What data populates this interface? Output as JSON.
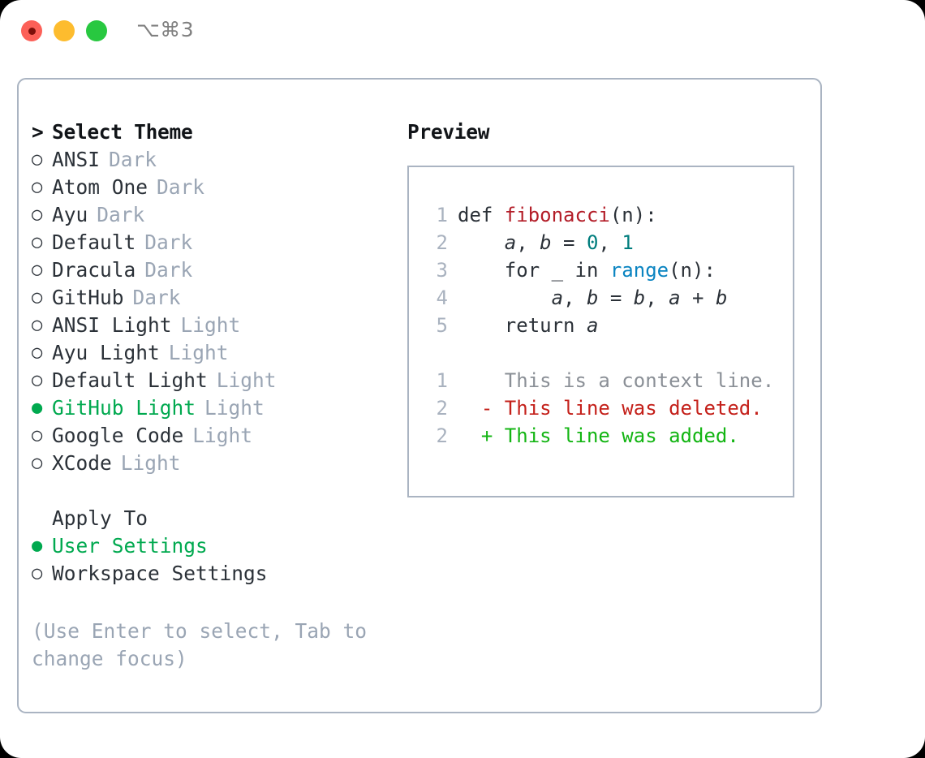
{
  "titlebar": {
    "shortcut": "⌥⌘3",
    "buttons": {
      "close": "close",
      "minimize": "minimize",
      "maximize": "maximize"
    }
  },
  "left": {
    "header": {
      "caret": ">",
      "label": "Select Theme"
    },
    "radio_on": "●",
    "radio_off": "○",
    "themes": [
      {
        "name": "ANSI",
        "tag": "Dark",
        "selected": false
      },
      {
        "name": "Atom One",
        "tag": "Dark",
        "selected": false
      },
      {
        "name": "Ayu",
        "tag": "Dark",
        "selected": false
      },
      {
        "name": "Default",
        "tag": "Dark",
        "selected": false
      },
      {
        "name": "Dracula",
        "tag": "Dark",
        "selected": false
      },
      {
        "name": "GitHub",
        "tag": "Dark",
        "selected": false
      },
      {
        "name": "ANSI Light",
        "tag": "Light",
        "selected": false
      },
      {
        "name": "Ayu Light",
        "tag": "Light",
        "selected": false
      },
      {
        "name": "Default Light",
        "tag": "Light",
        "selected": false
      },
      {
        "name": "GitHub Light",
        "tag": "Light",
        "selected": true
      },
      {
        "name": "Google Code",
        "tag": "Light",
        "selected": false
      },
      {
        "name": "XCode",
        "tag": "Light",
        "selected": false
      }
    ],
    "apply_to": {
      "label": "Apply To",
      "options": [
        {
          "name": "User Settings",
          "selected": true
        },
        {
          "name": "Workspace Settings",
          "selected": false
        }
      ]
    },
    "hint": "(Use Enter to select, Tab to change focus)"
  },
  "right": {
    "title": "Preview",
    "code_lines": [
      {
        "no": "1",
        "parts": [
          {
            "t": "def ",
            "c": "plain"
          },
          {
            "t": "fibonacci",
            "c": "fn"
          },
          {
            "t": "(n):",
            "c": "plain"
          }
        ]
      },
      {
        "no": "2",
        "parts": [
          {
            "t": "    ",
            "c": "plain"
          },
          {
            "t": "a",
            "c": "var"
          },
          {
            "t": ", ",
            "c": "plain"
          },
          {
            "t": "b",
            "c": "var"
          },
          {
            "t": " = ",
            "c": "plain"
          },
          {
            "t": "0",
            "c": "num"
          },
          {
            "t": ", ",
            "c": "plain"
          },
          {
            "t": "1",
            "c": "num"
          }
        ]
      },
      {
        "no": "3",
        "parts": [
          {
            "t": "    for _ in ",
            "c": "plain"
          },
          {
            "t": "range",
            "c": "call"
          },
          {
            "t": "(n):",
            "c": "plain"
          }
        ]
      },
      {
        "no": "4",
        "parts": [
          {
            "t": "        ",
            "c": "plain"
          },
          {
            "t": "a",
            "c": "var"
          },
          {
            "t": ", ",
            "c": "plain"
          },
          {
            "t": "b",
            "c": "var"
          },
          {
            "t": " = ",
            "c": "plain"
          },
          {
            "t": "b",
            "c": "var"
          },
          {
            "t": ", ",
            "c": "plain"
          },
          {
            "t": "a",
            "c": "var"
          },
          {
            "t": " + ",
            "c": "plain"
          },
          {
            "t": "b",
            "c": "var"
          }
        ]
      },
      {
        "no": "5",
        "parts": [
          {
            "t": "    return ",
            "c": "plain"
          },
          {
            "t": "a",
            "c": "var"
          }
        ]
      }
    ],
    "diff_lines": [
      {
        "no": "1",
        "marker": " ",
        "text": " This is a context line.",
        "kind": "ctx"
      },
      {
        "no": "2",
        "marker": "-",
        "text": " This line was deleted.",
        "kind": "del"
      },
      {
        "no": "2",
        "marker": "+",
        "text": " This line was added.",
        "kind": "add"
      }
    ]
  },
  "colors": {
    "accent_green": "#00a94f",
    "muted": "#9aa5b4",
    "border": "#aab4c2",
    "diff_add": "#13b513",
    "diff_del": "#c4201a",
    "fn_red": "#b31d28",
    "num_teal": "#007d7d",
    "call_blue": "#0a84c1"
  }
}
